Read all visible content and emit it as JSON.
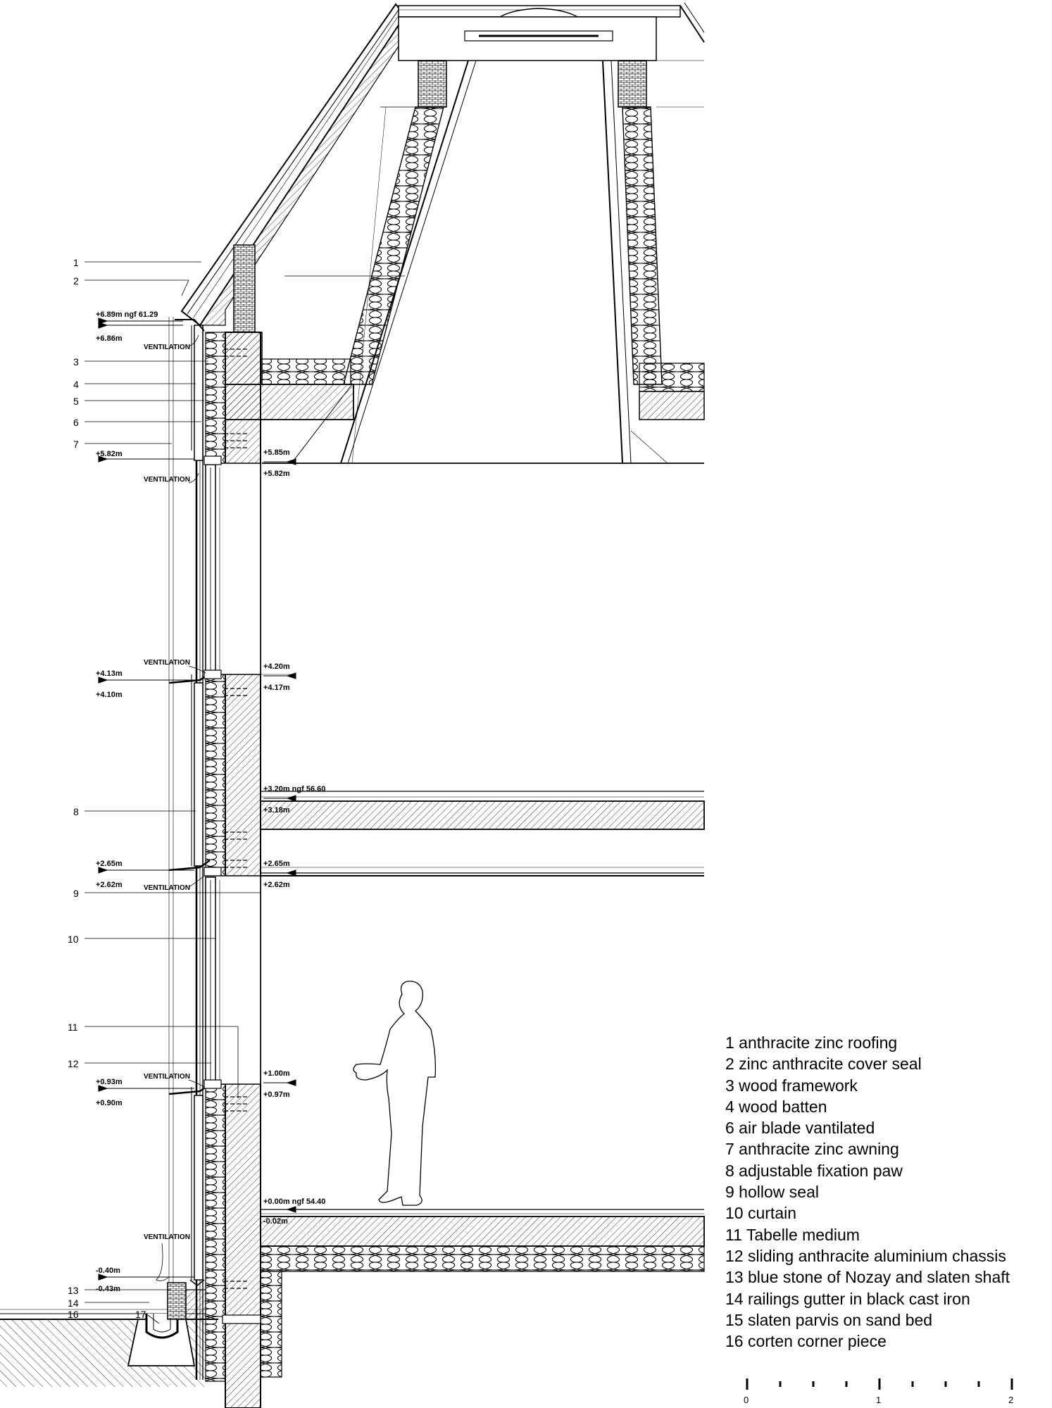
{
  "callouts": [
    "1",
    "2",
    "3",
    "4",
    "5",
    "6",
    "7",
    "8",
    "9",
    "10",
    "11",
    "12",
    "13",
    "14",
    "16",
    "17"
  ],
  "levels": {
    "roof_ridge": "+6.89m  ngf 61.29",
    "roof_under": "+6.86m",
    "l582_left": "+5.82m",
    "l585": "+5.85m",
    "l582_right": "+5.82m",
    "l413": "+4.13m",
    "l410": "+4.10m",
    "l420": "+4.20m",
    "l417": "+4.17m",
    "l320": "+3.20m   ngf 56.60",
    "l318": "+3.18m",
    "l265_left": "+2.65m",
    "l262_left": "+2.62m",
    "l265_right": "+2.65m",
    "l262_right": "+2.62m",
    "l093": "+0.93m",
    "l090": "+0.90m",
    "l100": "+1.00m",
    "l097": "+0.97m",
    "l000": "+0.00m   ngf 54.40",
    "l002": "-0.02m",
    "l040": "-0.40m",
    "l043": "-0.43m"
  },
  "ventilation_label": "VENTILATION",
  "legend": [
    "1 anthracite zinc roofing",
    "2 zinc anthracite cover seal",
    "3 wood framework",
    "4 wood batten",
    "6 air blade vantilated",
    "7 anthracite zinc awning",
    "8 adjustable fixation paw",
    "9 hollow seal",
    "10 curtain",
    "11 Tabelle medium",
    "12 sliding anthracite aluminium chassis",
    "13 blue stone of Nozay and slaten shaft",
    "14 railings gutter in black cast iron",
    "15 slaten parvis on sand bed",
    "16 corten corner piece"
  ],
  "scale_bar": {
    "labels": [
      "0",
      "1",
      "2"
    ]
  }
}
